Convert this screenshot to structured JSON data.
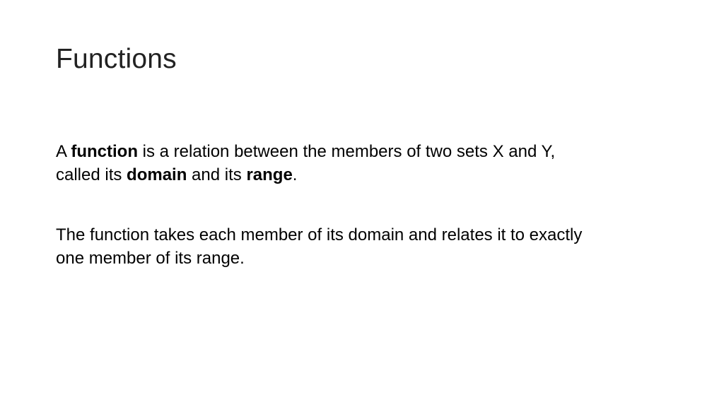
{
  "slide": {
    "title": "Functions",
    "paragraph_1": {
      "t1": "A ",
      "b1": "function",
      "t2": " is a relation between the members of two sets X and Y,",
      "t3": "called its ",
      "b2": "domain",
      "t4": " and its ",
      "b3": "range",
      "t5": "."
    },
    "paragraph_2": {
      "line1": "The function takes each member of its domain and relates it to exactly",
      "line2": "one member of its range."
    }
  }
}
